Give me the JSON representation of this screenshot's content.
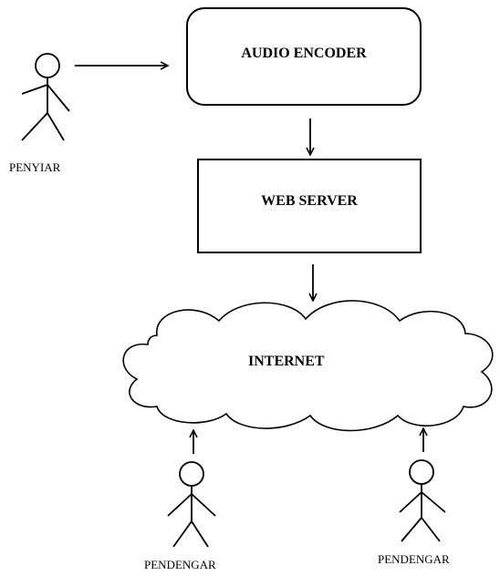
{
  "nodes": {
    "audio_encoder": "AUDIO ENCODER",
    "web_server": "WEB SERVER",
    "internet": "INTERNET"
  },
  "actors": {
    "broadcaster": "PENYIAR",
    "listener_1": "PENDENGAR",
    "listener_2": "PENDENGAR"
  }
}
